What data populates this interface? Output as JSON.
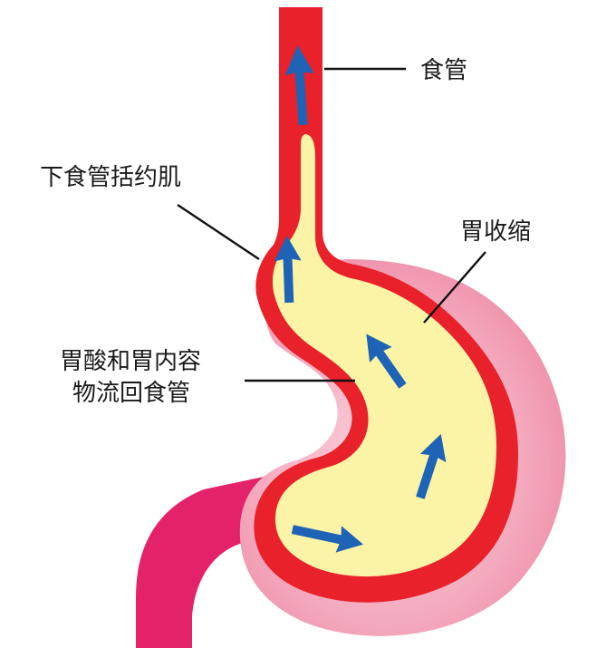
{
  "labels": {
    "esophagus": "食管",
    "lower_sphincter": "下食管括约肌",
    "stomach_contraction": "胃收缩",
    "reflux_line1": "胃酸和胃内容",
    "reflux_line2": "物流回食管"
  },
  "colors": {
    "background": "#ffffff",
    "stomach_outer": "#f4a9bd",
    "stomach_wall": "#e8212a",
    "contents": "#fbf4a6",
    "duodenum": "#e3226a",
    "arrow": "#1f63b6",
    "text": "#1a1a1a"
  }
}
